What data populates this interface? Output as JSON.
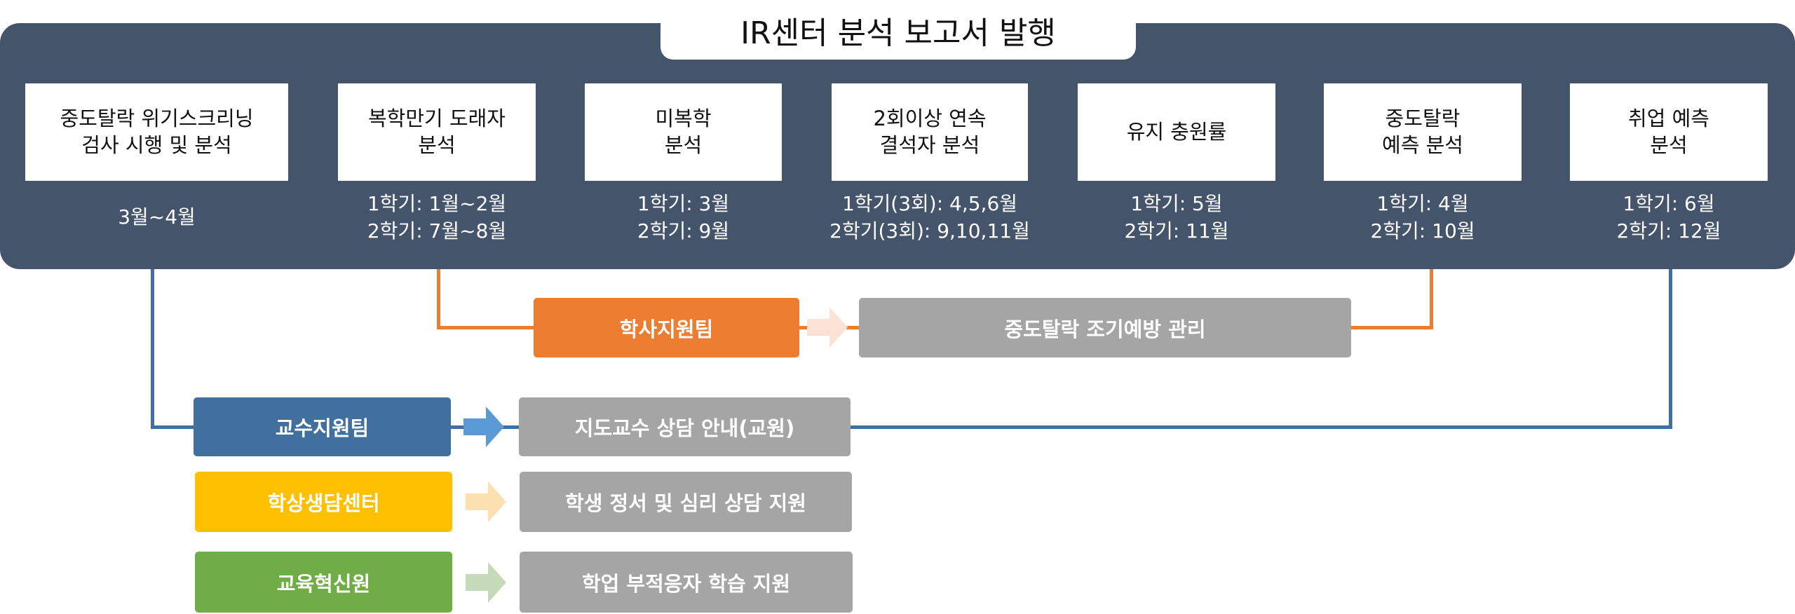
{
  "title": "IR센터 분석 보고서 발행",
  "analyses": [
    {
      "label": "중도탈락 위기스크리닝\n검사 시행 및 분석",
      "schedule": "3월~4월"
    },
    {
      "label": "복학만기 도래자\n분석",
      "schedule": "1학기: 1월~2월\n2학기: 7월~8월"
    },
    {
      "label": "미복학\n분석",
      "schedule": "1학기: 3월\n2학기: 9월"
    },
    {
      "label": "2회이상 연속\n결석자 분석",
      "schedule": "1학기(3회): 4,5,6월\n2학기(3회): 9,10,11월"
    },
    {
      "label": "유지 충원률",
      "schedule": "1학기: 5월\n2학기: 11월"
    },
    {
      "label": "중도탈락\n예측 분석",
      "schedule": "1학기: 4월\n2학기: 10월"
    },
    {
      "label": "취업 예측\n분석",
      "schedule": "1학기: 6월\n2학기: 12월"
    }
  ],
  "teams": [
    {
      "name": "학사지원팀",
      "action": "중도탈락 조기예방 관리",
      "color": "#ed7d31",
      "arrow": "#fbe2d5"
    },
    {
      "name": "교수지원팀",
      "action": "지도교수 상담 안내(교원)",
      "color": "#41709f",
      "arrow": "#5b9bd5"
    },
    {
      "name": "학상생담센터",
      "action": "학생 정서 및 심리 상담 지원",
      "color": "#ffc000",
      "arrow": "#fde0b0"
    },
    {
      "name": "교육혁신원",
      "action": "학업 부적응자 학습 지원",
      "color": "#70ad47",
      "arrow": "#c5dab9"
    }
  ],
  "colors": {
    "panel": "#44546a",
    "action_box": "#a5a5a5"
  }
}
